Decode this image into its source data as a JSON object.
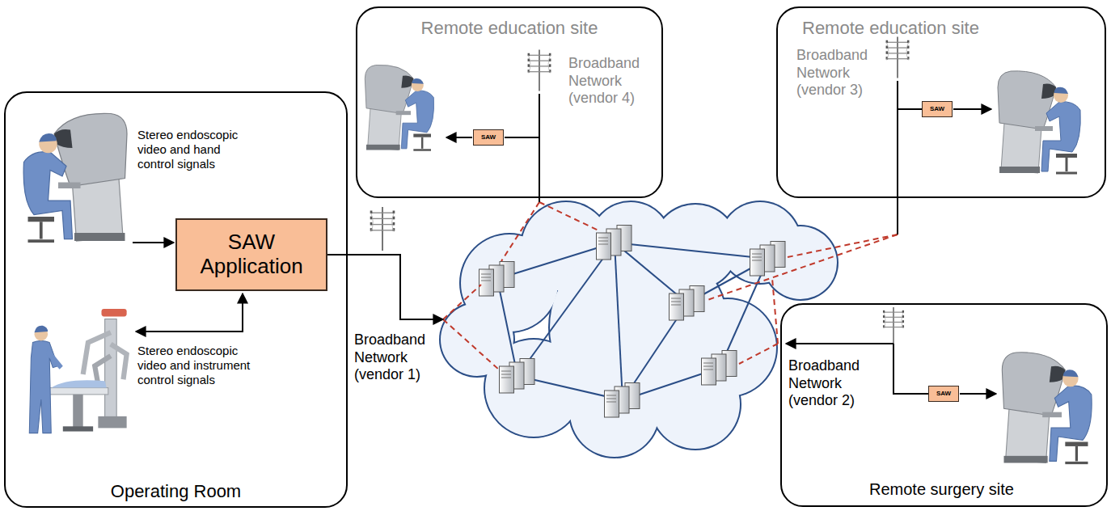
{
  "diagram": {
    "nodes": [
      {
        "text": [
          "Operating Room"
        ]
      },
      {
        "text": [
          "SAW Application"
        ],
        "in": 0
      },
      {
        "text": [
          "Remote education site"
        ]
      },
      {
        "text": [
          "SAW"
        ],
        "in": 2
      },
      {
        "text": [
          "Remote education site"
        ]
      },
      {
        "text": [
          "SAW"
        ],
        "in": 4
      },
      {
        "text": [
          "Remote surgery site"
        ]
      },
      {
        "text": [
          "SAW"
        ],
        "in": 6
      }
    ],
    "labels": [
      "Stereo endoscopic video and hand control signals",
      "Stereo endoscopic video and instrument control signals",
      "Broadband Network (vendor 1)",
      "Broadband Network (vendor 4)",
      "Broadband Network (vendor 3)",
      "Broadband Network (vendor 2)"
    ]
  }
}
